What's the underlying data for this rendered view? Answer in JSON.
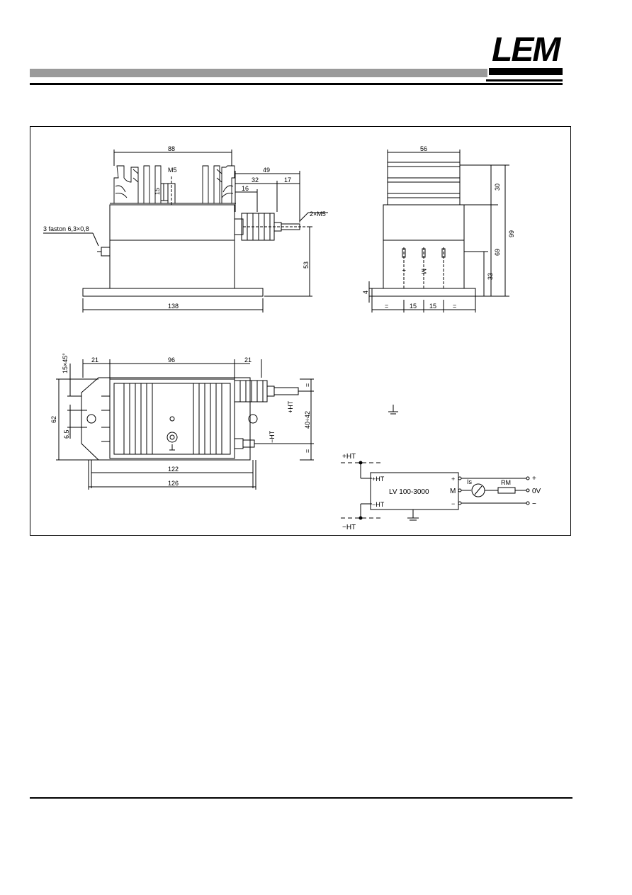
{
  "header": {
    "logo_text": "LEM",
    "brand_color": "#000000",
    "bar_color": "#9a9a9a"
  },
  "front_view": {
    "width": "88",
    "stud": "M5",
    "stud_height": "15",
    "terminal_length": "49",
    "terminal_a": "32",
    "terminal_b": "17",
    "terminal_c": "16",
    "terminal_thread": "2×M5",
    "fastons": "3 faston 6,3×0,8",
    "height": "53",
    "base_width": "138"
  },
  "side_view": {
    "width": "56",
    "heatsink_height": "30",
    "body_height": "69",
    "total_height": "99",
    "pin_height": "33",
    "base_thickness": "4",
    "pin_labels": [
      "+",
      "M",
      "−"
    ],
    "pitch_labels": [
      "=",
      "15",
      "15",
      "="
    ]
  },
  "top_view": {
    "chamfer": "15×45°",
    "left_margin": "21",
    "center": "96",
    "right_margin": "21",
    "depth": "62",
    "hole_offset": "6,5",
    "spacing": "40÷42",
    "width_inner": "122",
    "width_outer": "126",
    "hv_plus": "+HT",
    "hv_minus": "−HT",
    "equal_mark": "="
  },
  "schematic": {
    "hv_plus": "+HT",
    "hv_minus": "−HT",
    "pin_hv_plus": "+HT",
    "pin_hv_minus": "−HT",
    "model": "LV 100-3000",
    "pin_plus": "+",
    "pin_m": "M",
    "pin_minus": "−",
    "current": "Is",
    "resistor": "RM",
    "out_plus": "+",
    "out_0v": "0V",
    "out_minus": "−"
  }
}
